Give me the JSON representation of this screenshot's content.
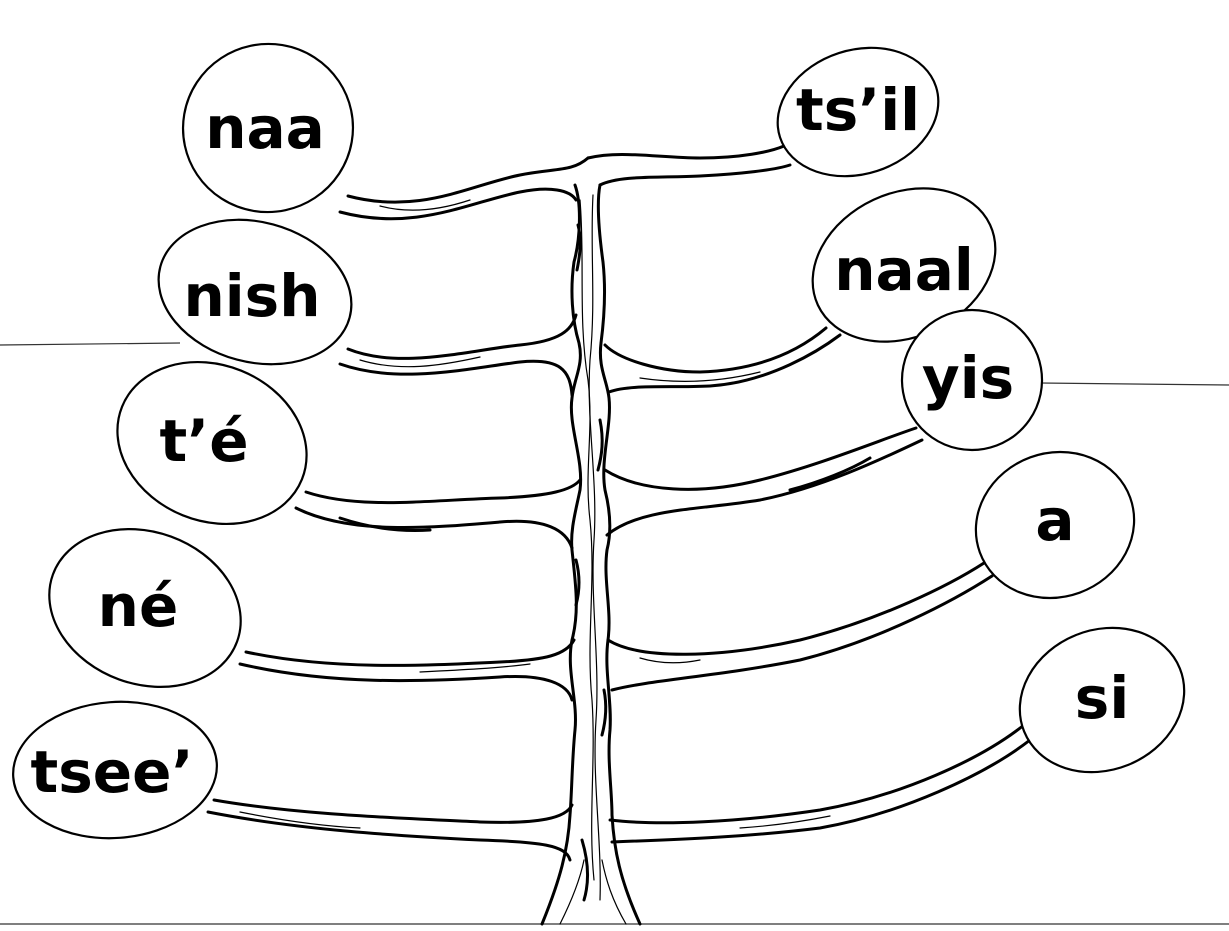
{
  "leaves": {
    "left": [
      {
        "word": "naa"
      },
      {
        "word": "nish"
      },
      {
        "word": "t’é"
      },
      {
        "word": "né"
      },
      {
        "word": "tsee’"
      }
    ],
    "right": [
      {
        "word": "ts’il"
      },
      {
        "word": "naal"
      },
      {
        "word": "yis"
      },
      {
        "word": "a"
      },
      {
        "word": "si"
      }
    ]
  }
}
